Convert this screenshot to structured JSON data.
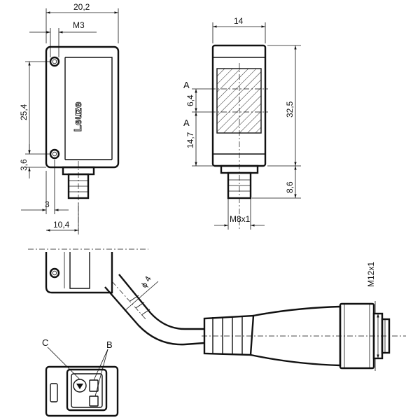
{
  "side_view": {
    "brand": "Leuze",
    "dims": {
      "width": "20,2",
      "thread": "M3",
      "height": "25,4",
      "bottom": "3,6",
      "offset": "3",
      "connector_pos": "10,4"
    }
  },
  "front_view": {
    "dims": {
      "width": "14",
      "window": "6,4",
      "axis": "14,7",
      "height": "32,5",
      "connector": "8,6",
      "thread": "M8x1"
    },
    "marker_a1": "A",
    "marker_a2": "A"
  },
  "cable_view": {
    "cable_dia": "ϕ 4",
    "plug_thread": "M12x1"
  },
  "bottom_view": {
    "label_b": "B",
    "label_c": "C"
  }
}
